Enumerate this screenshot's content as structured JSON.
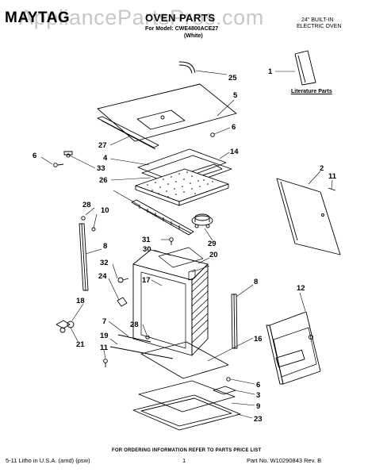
{
  "header": {
    "brand": "MAYTAG",
    "watermark": "AppliancePartsPros.com",
    "title": "OVEN PARTS",
    "model_line": "For Model: CWE4800ACE27",
    "color": "(White)",
    "product_line1": "24\" BUILT-IN",
    "product_line2": "ELECTRIC OVEN"
  },
  "literature_label": "Literature Parts",
  "footer": {
    "order_info": "FOR ORDERING INFORMATION REFER TO PARTS PRICE LIST",
    "litho": "5-11 Litho in U.S.A. (amd) (psw)",
    "page": "1",
    "part_no": "Part No. W10290843 Rev. B"
  },
  "callouts": {
    "c25": "25",
    "c1": "1",
    "c5": "5",
    "c6a": "6",
    "c27": "27",
    "c4": "4",
    "c14": "14",
    "c6b": "6",
    "c33": "33",
    "c26": "26",
    "c2": "2",
    "c11a": "11",
    "c28a": "28",
    "c10": "10",
    "c29": "29",
    "c31": "31",
    "c30": "30",
    "c20": "20",
    "c8a": "8",
    "c32": "32",
    "c17": "17",
    "c24": "24",
    "c8b": "8",
    "c12": "12",
    "c18": "18",
    "c7": "7",
    "c28b": "28",
    "c19": "19",
    "c21": "21",
    "c11b": "11",
    "c16": "16",
    "c6c": "6",
    "c3": "3",
    "c9": "9",
    "c23": "23"
  }
}
